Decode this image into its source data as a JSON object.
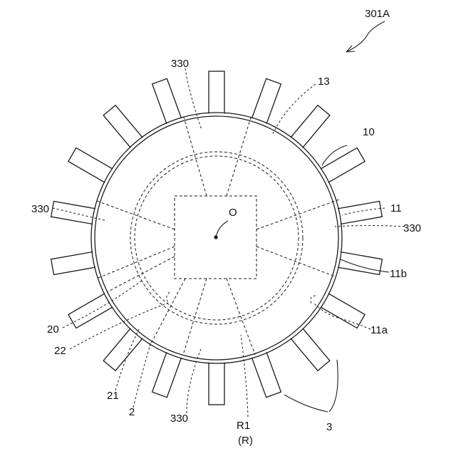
{
  "figure": {
    "ref_main": "301A",
    "labels": {
      "l13": "13",
      "l10": "10",
      "l11": "11",
      "l11b": "11b",
      "l11a": "11a",
      "lO": "O",
      "l330_top": "330",
      "l330_left": "330",
      "l330_right": "330",
      "l330_bottom": "330",
      "l20": "20",
      "l22": "22",
      "l21": "21",
      "l2": "2",
      "lR1": "R1",
      "lR": "(R)",
      "l3": "3"
    },
    "colors": {
      "ink": "#1a1a1a",
      "background": "#ffffff"
    }
  }
}
